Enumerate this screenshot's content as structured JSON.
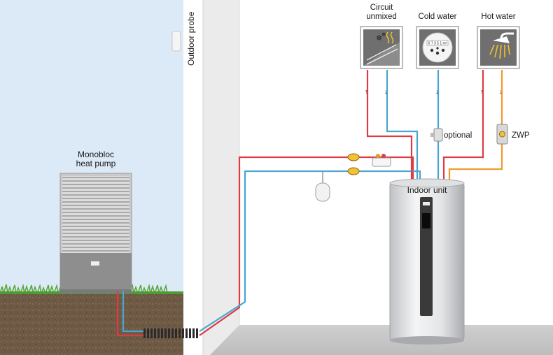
{
  "labels": {
    "heat_pump_line1": "Monobloc",
    "heat_pump_line2": "heat pump",
    "outdoor_probe": "Outdoor probe",
    "indoor_unit": "Indoor unit",
    "optional": "optional",
    "zwp": "ZWP",
    "circuit_line1": "Circuit",
    "circuit_line2": "unmixed",
    "cold_water": "Cold water",
    "hot_water": "Hot water",
    "meter_reading": "0 7 3 5 1 m³"
  },
  "colors": {
    "sky": "#dce9f6",
    "wall": "#e9e9e9",
    "floor": "#d4d4d4",
    "soil": "#6b5843",
    "grass": "#5aa83c",
    "supply_red": "#e03a45",
    "return_blue": "#48a6d0",
    "hot_orange": "#f29a2e",
    "cylinder": "#e5e6e8",
    "cylinder_dark": "#3a3a3a"
  },
  "icons": [
    "underfloor-heating-icon",
    "water-meter-icon",
    "shower-icon"
  ]
}
